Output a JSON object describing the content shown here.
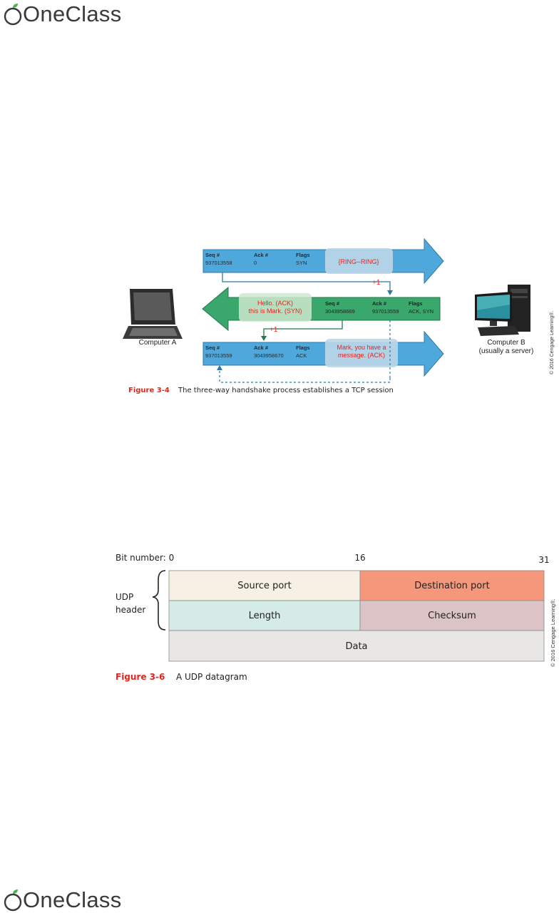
{
  "brand": {
    "name": "OneClass",
    "accent": "#4caf50"
  },
  "figure_3_4": {
    "row1": {
      "headers": [
        "Seq #",
        "Ack #",
        "Flags"
      ],
      "values": [
        "937013558",
        "0",
        "SYN"
      ],
      "note": "{RING--RING}"
    },
    "row2": {
      "note_line1": "Hello. (ACK)",
      "note_line2": "this is Mark. (SYN)",
      "headers": [
        "Seq #",
        "Ack #",
        "Flags"
      ],
      "values": [
        "3043958669",
        "937013559",
        "ACK, SYN"
      ]
    },
    "row3": {
      "headers": [
        "Seq #",
        "Ack #",
        "Flags"
      ],
      "values": [
        "937013559",
        "3043958670",
        "ACK"
      ],
      "note_line1": "Mark, you have a",
      "note_line2": "message. (ACK)"
    },
    "plus_one_a": "+1",
    "plus_one_b": "+1",
    "computer_a": "Computer A",
    "computer_b_line1": "Computer B",
    "computer_b_line2": "(usually a server)",
    "copyright": "© 2016 Cengage Learning®.",
    "caption_label": "Figure 3-4",
    "caption_text": "The three-way handshake process establishes a TCP session",
    "colors": {
      "blue_arrow": "#4fa8db",
      "green_arrow": "#3aa76d",
      "note_red": "#e5251c"
    }
  },
  "figure_3_6": {
    "bit_number_label": "Bit number: 0",
    "bit_16": "16",
    "bit_31": "31",
    "brace_label_line1": "UDP",
    "brace_label_line2": "header",
    "cells": {
      "source_port": "Source port",
      "destination_port": "Destination port",
      "length": "Length",
      "checksum": "Checksum",
      "data": "Data"
    },
    "copyright": "© 2016 Cengage Learning®.",
    "caption_label": "Figure 3-6",
    "caption_text": "A UDP datagram",
    "colors": {
      "source_port": "#f6f1e4",
      "destination_port": "#f4977b",
      "length": "#d4ebe7",
      "checksum": "#dcc3c6",
      "data": "#e8e7e6"
    }
  }
}
